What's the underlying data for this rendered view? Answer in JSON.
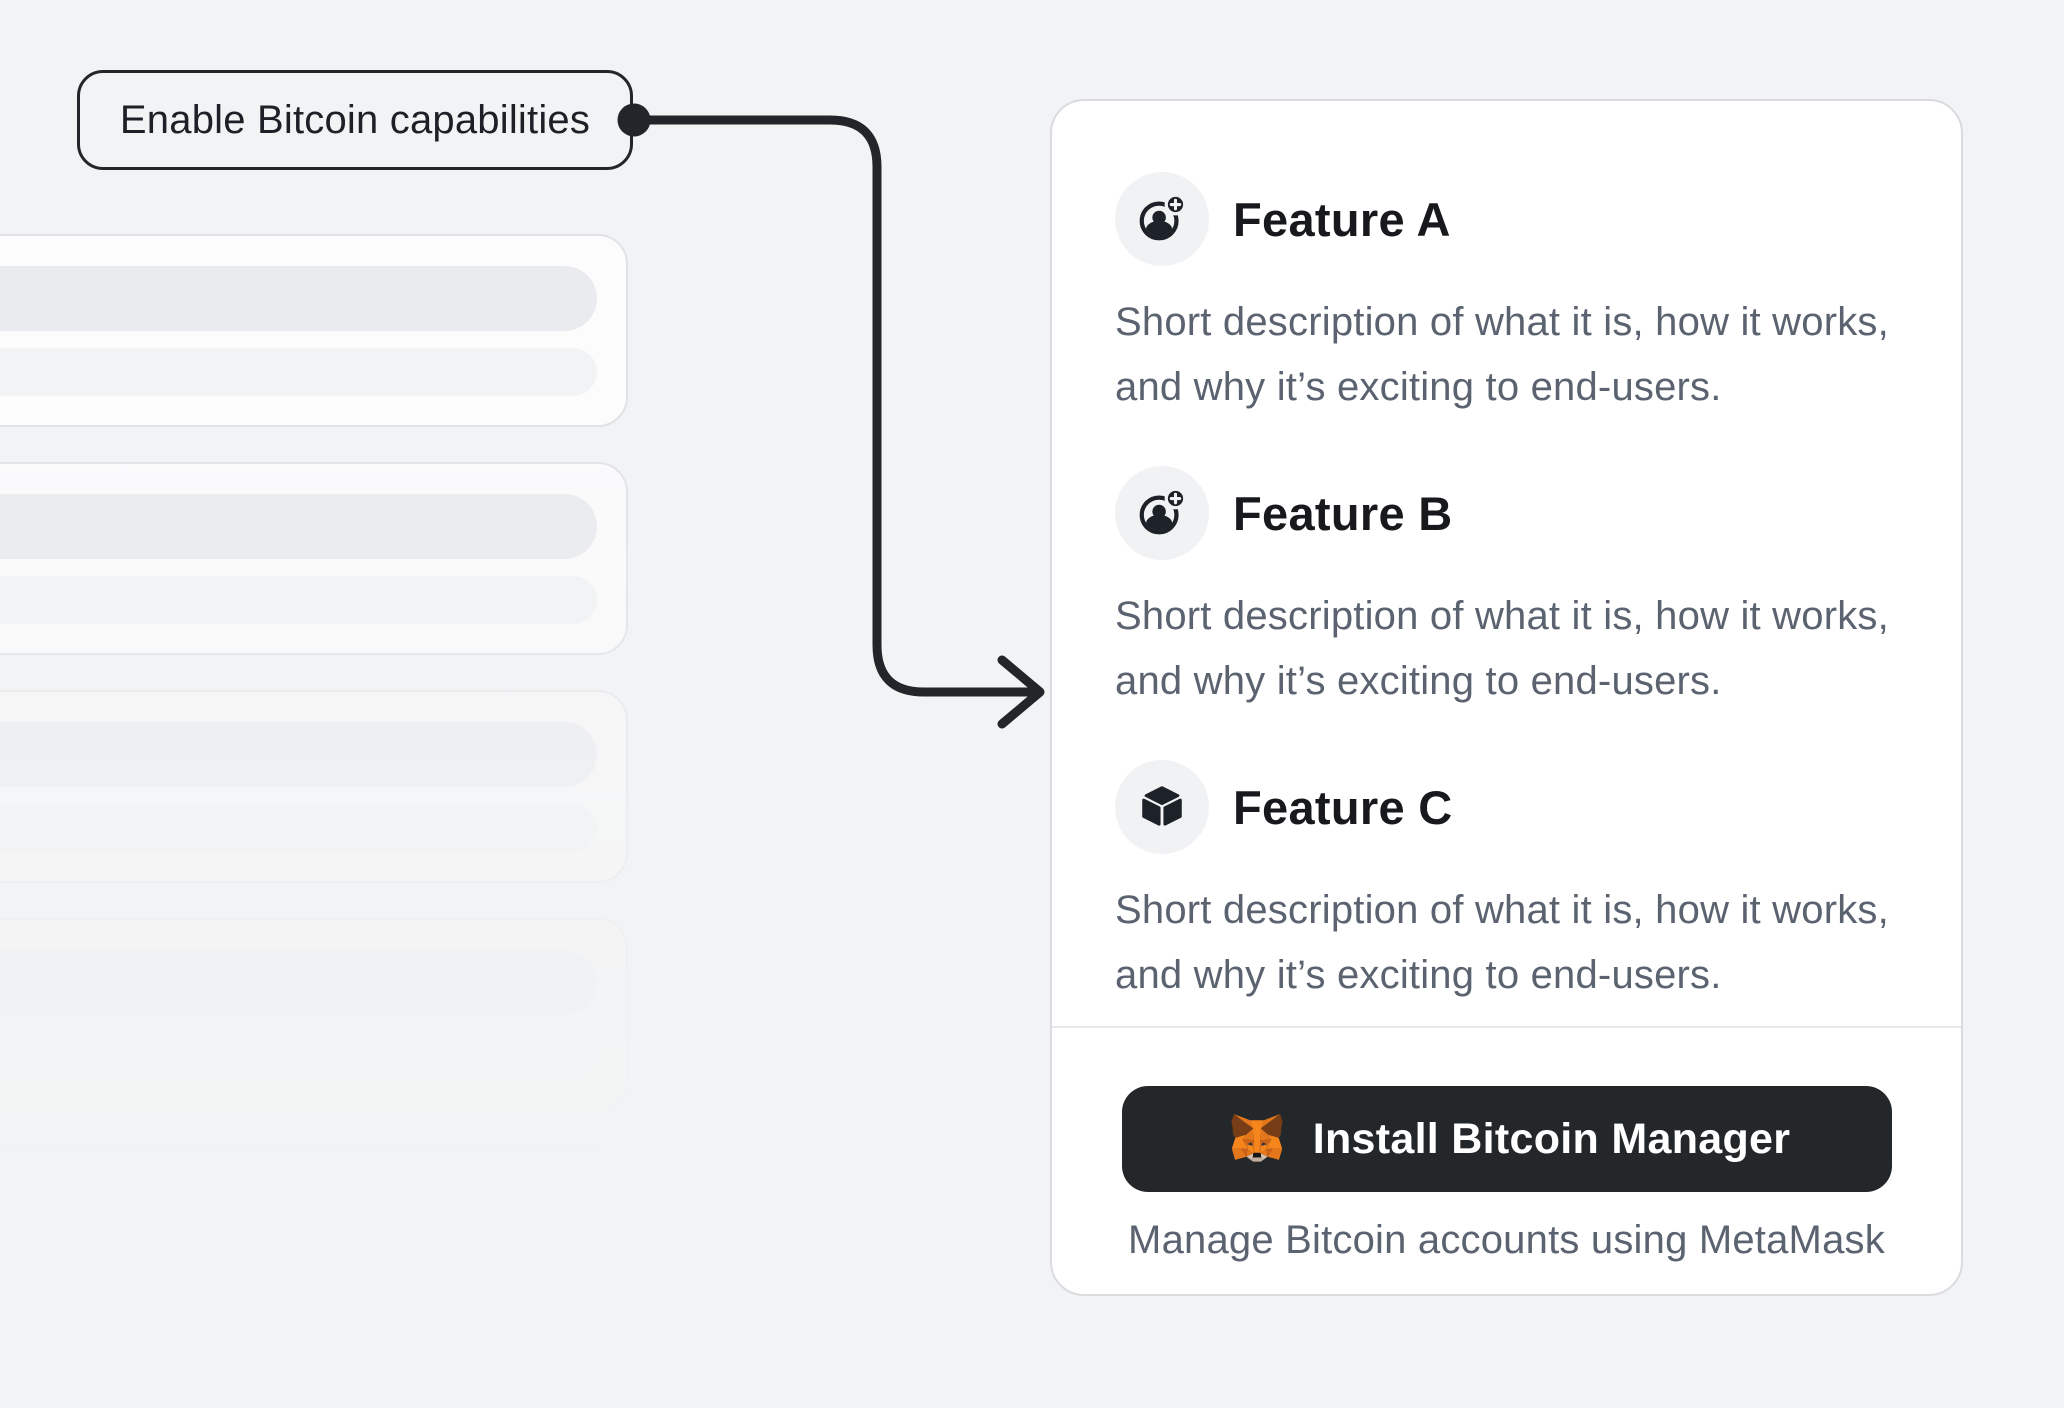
{
  "callout": {
    "label": "Enable Bitcoin capabilities"
  },
  "skeleton_list": {
    "card_count": 5,
    "lines_per_card": 2
  },
  "panel": {
    "features": [
      {
        "icon": "account-plus-icon",
        "title": "Feature A",
        "description": "Short description of what it is, how it works, and why it’s exciting to end-users."
      },
      {
        "icon": "account-plus-icon",
        "title": "Feature B",
        "description": "Short description of what it is, how it works, and why it’s exciting to end-users."
      },
      {
        "icon": "cube-icon",
        "title": "Feature C",
        "description": "Short description of what it is, how it works, and why it’s exciting to end-users."
      }
    ],
    "footer": {
      "install_button": {
        "icon": "metamask-fox-icon",
        "label": "Install Bitcoin Manager"
      },
      "caption": "Manage Bitcoin accounts using MetaMask"
    }
  },
  "colors": {
    "page_background": "#f2f3f4",
    "card_background": "#ffffff",
    "card_border": "#d9dbdf",
    "heading_text": "#17191d",
    "body_text": "#5b6370",
    "connector": "#22262b",
    "icon_circle_background": "#f1f2f4",
    "button_background": "#24272a",
    "button_text": "#ffffff",
    "metamask_orange": "#f6851b"
  }
}
